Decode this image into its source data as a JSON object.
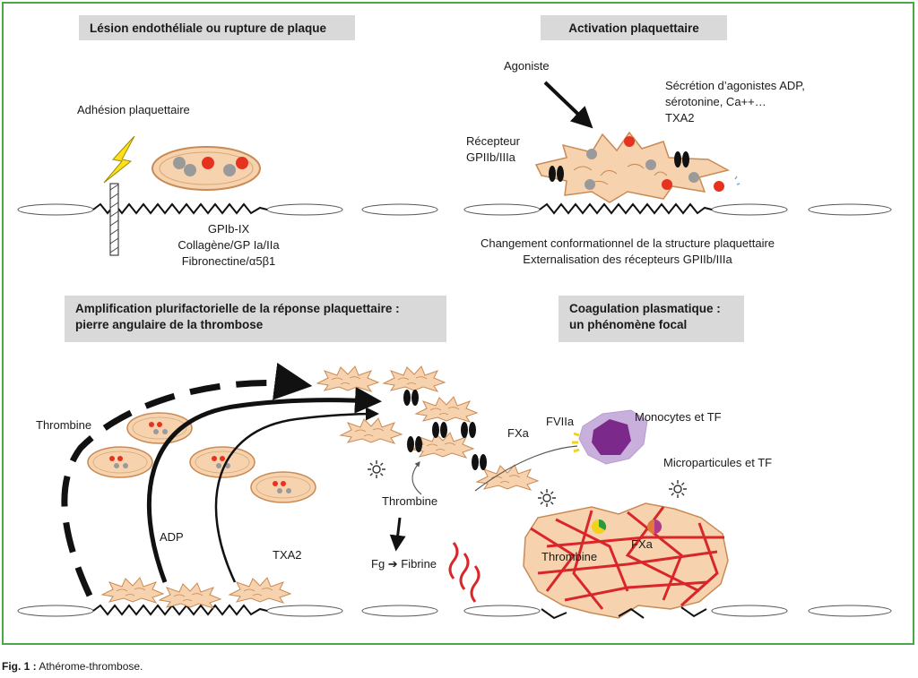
{
  "panels": {
    "p1_title": "Lésion endothéliale ou rupture de plaque",
    "p2_title": "Activation plaquettaire",
    "p3_title_line1": "Amplification plurifactorielle de la réponse plaquettaire :",
    "p3_title_line2": "pierre angulaire de la thrombose",
    "p4_title_line1": "Coagulation plasmatique :",
    "p4_title_line2": "un phénomène focal"
  },
  "labels": {
    "adhesion": "Adhésion plaquettaire",
    "gpib": "GPIb-IX",
    "collagene": "Collagène/GP Ia/IIa",
    "fibronectine": "Fibronectine/α5β1",
    "agoniste": "Agoniste",
    "secretion_1": "Sécrétion d’agonistes ADP,",
    "secretion_2": "sérotonine, Ca++…",
    "secretion_3": "TXA2",
    "recepteur_1": "Récepteur",
    "recepteur_2": "GPIIb/IIIa",
    "changement": "Changement conformationnel de la structure plaquettaire",
    "externalisation": "Externalisation des récepteurs GPIIb/IIIa",
    "thrombine_left": "Thrombine",
    "adp": "ADP",
    "txa2": "TXA2",
    "thrombine_mid": "Thrombine",
    "fg_fibrine": "Fg ➔ Fibrine",
    "fxa_1": "FXa",
    "fviia": "FVIIa",
    "monocytes": "Monocytes et TF",
    "microparticules": "Microparticules et TF",
    "thrombine_clot": "Thrombine",
    "fxa_clot": "FXa"
  },
  "caption": {
    "prefix": "Fig. 1 :",
    "text": " Athérome-thrombose."
  },
  "colors": {
    "border": "#4aa84a",
    "header_bg": "#d9d9d9",
    "platelet": "#f6d3ae",
    "platelet_stroke": "#c98a55",
    "granule_red": "#e5331f",
    "granule_grey": "#9a9a9a",
    "fibrin": "#d8262a",
    "monocyte": "#7b2a8c"
  }
}
